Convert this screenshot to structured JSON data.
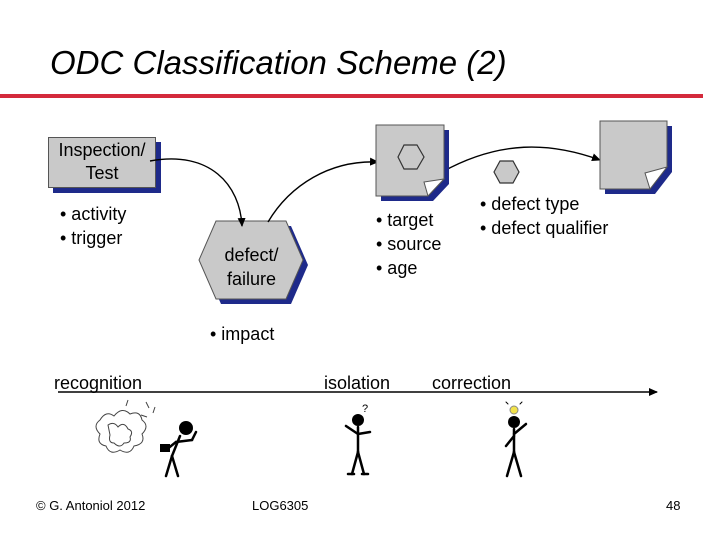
{
  "slide": {
    "title": "ODC Classification Scheme (2)",
    "inspection_box": "Inspection/ Test",
    "inspection_attrs": [
      "• activity",
      "• trigger"
    ],
    "defect_hex": "defect/ failure",
    "impact": "• impact",
    "target_attrs": [
      "• target",
      "• source",
      "• age"
    ],
    "type_attrs": [
      "• defect type",
      "• defect qualifier"
    ],
    "timeline": {
      "recognition": "recognition",
      "isolation": "isolation",
      "correction": "correction"
    },
    "footer": {
      "copyright": "© G. Antoniol 2012",
      "course": "LOG6305",
      "page": "48"
    }
  },
  "colors": {
    "accent_rule": "#d42a3c",
    "box_fill": "#c9c9c9",
    "shadow_blue": "#1e2a8a"
  },
  "icons": [
    "hexagon-icon",
    "document-icon",
    "confused-person-icon",
    "thinking-person-icon",
    "idea-person-icon",
    "cloud-scribble-icon"
  ]
}
